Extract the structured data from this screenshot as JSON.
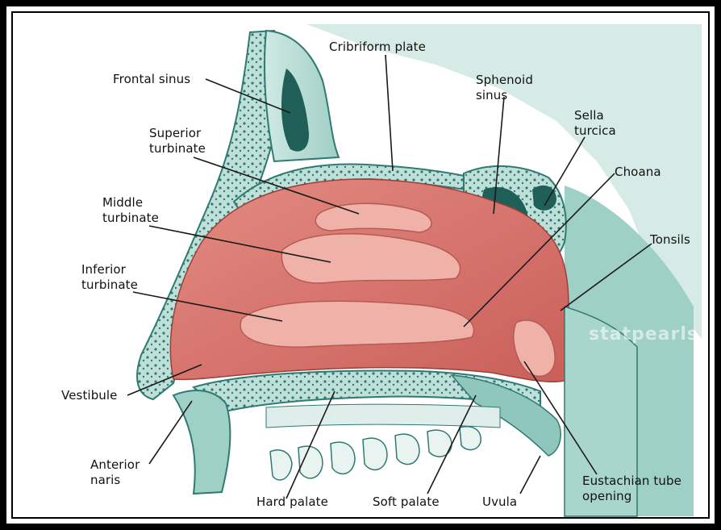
{
  "colors": {
    "mucosa": "#d9756e",
    "mucosa_highlight": "#efb1a8",
    "bone": "#bfe0d9",
    "bone_dark": "#2f7a72",
    "sinus_cavity": "#1f5f58",
    "soft_tissue": "#8fc7bd",
    "leader_line": "#1a1a1a"
  },
  "watermark": "statpearls",
  "labels": {
    "frontal_sinus": "Frontal sinus",
    "cribriform_plate": "Cribriform plate",
    "sphenoid_sinus": "Sphenoid\nsinus",
    "sella_turcica": "Sella\nturcica",
    "superior_turbinate": "Superior\nturbinate",
    "choana": "Choana",
    "middle_turbinate": "Middle\nturbinate",
    "tonsils": "Tonsils",
    "inferior_turbinate": "Inferior\nturbinate",
    "vestibule": "Vestibule",
    "anterior_naris": "Anterior\nnaris",
    "hard_palate": "Hard palate",
    "soft_palate": "Soft palate",
    "uvula": "Uvula",
    "eustachian_tube_opening": "Eustachian tube\nopening"
  }
}
